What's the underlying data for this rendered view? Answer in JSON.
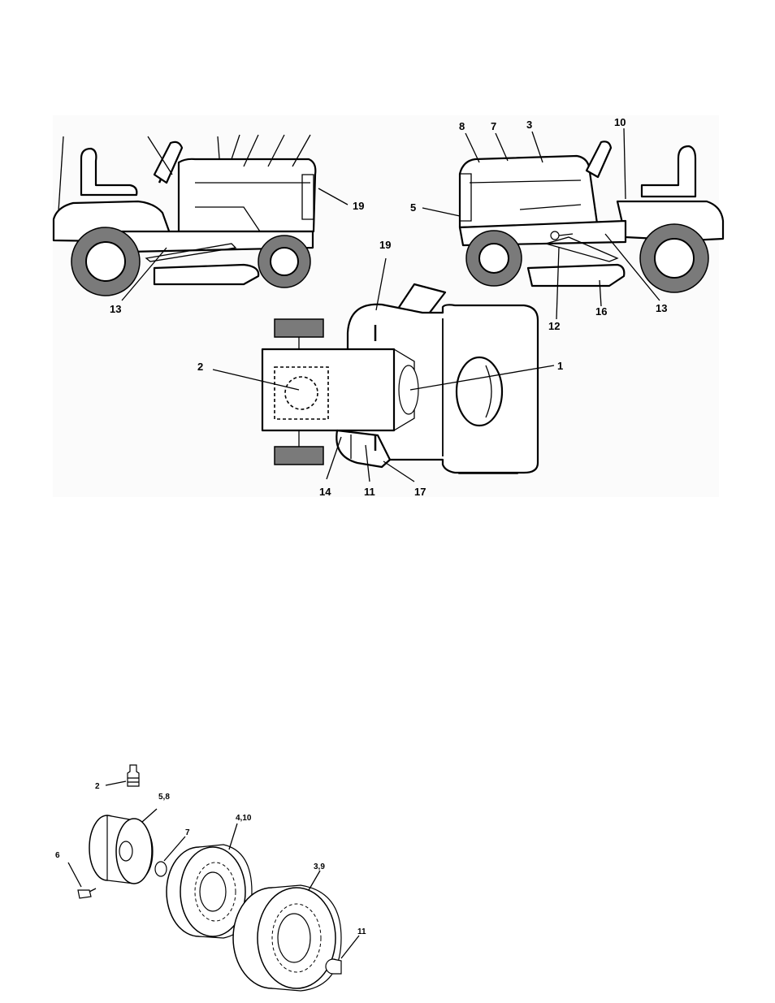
{
  "top_diagram": {
    "callouts": {
      "c19_left": "19",
      "c13_left": "13",
      "c8": "8",
      "c7": "7",
      "c3": "3",
      "c10": "10",
      "c5": "5",
      "c19_top": "19",
      "c12": "12",
      "c16": "16",
      "c13_right": "13",
      "c2": "2",
      "c1": "1",
      "c14": "14",
      "c11": "11",
      "c17": "17"
    }
  },
  "wheel_diagram": {
    "callouts": {
      "w2": "2",
      "w58": "5,8",
      "w7": "7",
      "w6": "6",
      "w410": "4,10",
      "w39": "3,9",
      "w11": "11"
    }
  }
}
